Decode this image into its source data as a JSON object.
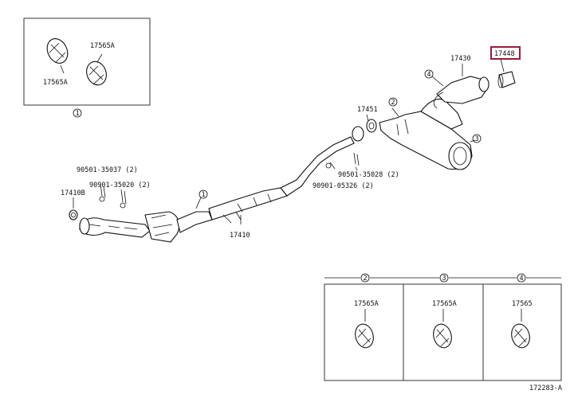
{
  "labels": {
    "ib_top_a": "17565A",
    "ib_bot_a": "17565A",
    "ib_circle": "1",
    "p17430": "17430",
    "p17448": "17448",
    "p17451": "17451",
    "c2": "2",
    "c3": "3",
    "c4": "4",
    "bolt1": "90501-35037 (2)",
    "bolt2": "90901-35020 (2)",
    "p17410b": "17410B",
    "c1": "1",
    "p17410": "17410",
    "bolt3": "90501-35028 (2)",
    "bolt4": "90901-05326 (2)",
    "b2_circle": "2",
    "b3_circle": "3",
    "b4_circle": "4",
    "b2_part": "17565A",
    "b3_part": "17565A",
    "b4_part": "17565",
    "figure_code": "172283-A"
  },
  "colors": {
    "line": "#111111",
    "highlight": "#9b1c3a"
  }
}
